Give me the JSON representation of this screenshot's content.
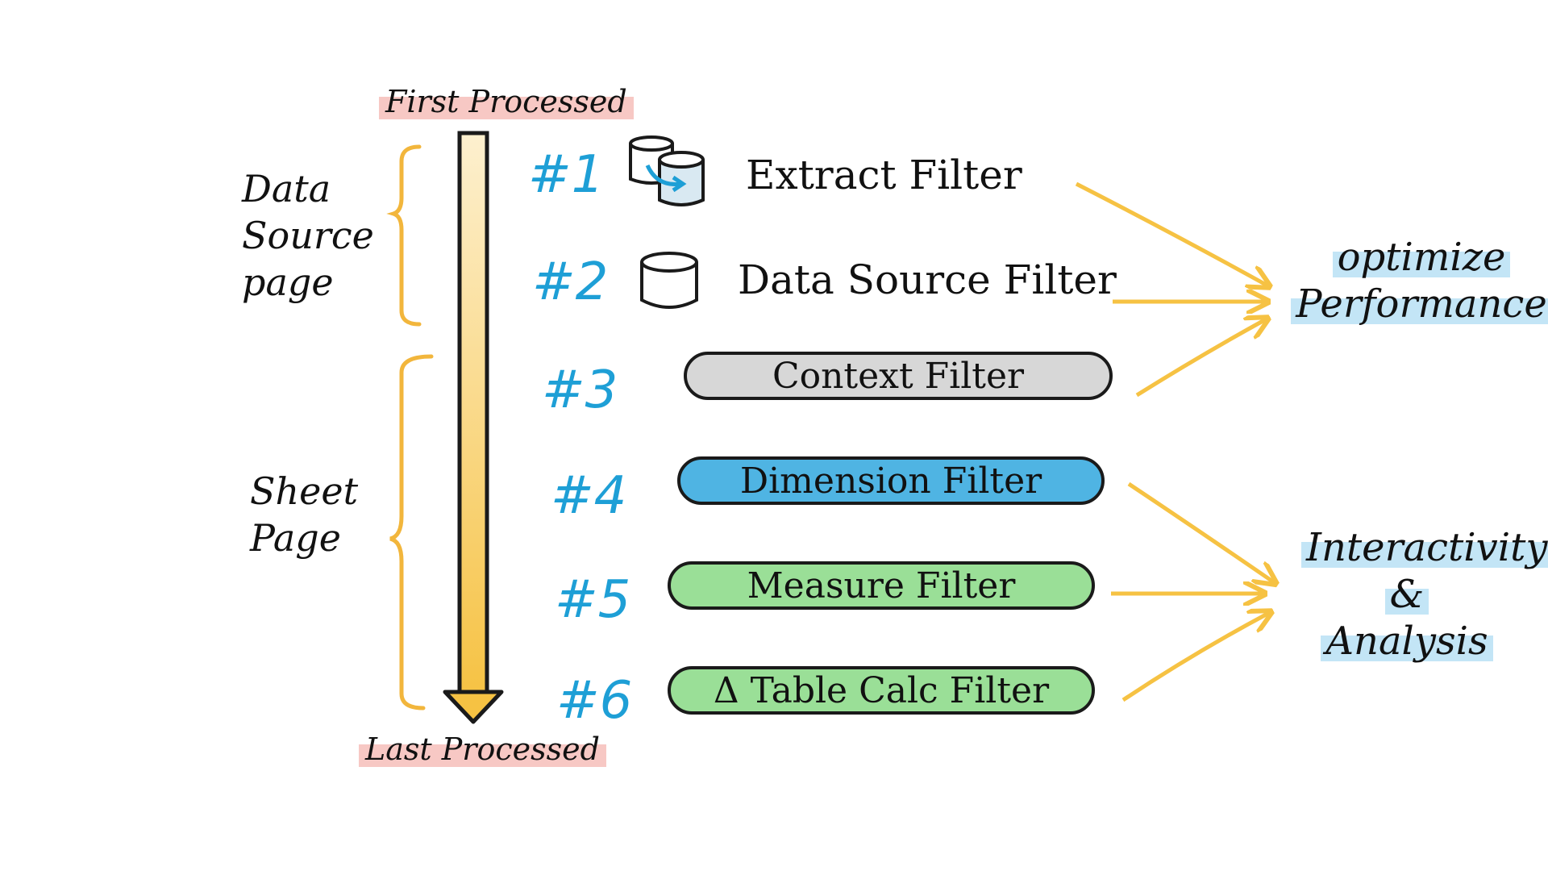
{
  "processing": {
    "first": "First Processed",
    "last": "Last Processed"
  },
  "sections": {
    "data_source": [
      "Data",
      "Source",
      "page"
    ],
    "sheet": [
      "Sheet",
      "Page"
    ]
  },
  "steps": [
    {
      "num": "#1",
      "label": "Extract Filter"
    },
    {
      "num": "#2",
      "label": "Data Source Filter"
    },
    {
      "num": "#3",
      "label": "Context Filter"
    },
    {
      "num": "#4",
      "label": "Dimension Filter"
    },
    {
      "num": "#5",
      "label": "Measure Filter"
    },
    {
      "num": "#6",
      "label": "Table Calc Filter",
      "prefix": "Δ"
    }
  ],
  "targets": {
    "optimize": [
      "optimize",
      "Performance"
    ],
    "interactivity": [
      "Interactivity",
      "&",
      "Analysis"
    ]
  },
  "colors": {
    "arrow": "#f6c243",
    "bracket": "#f2b63c",
    "step_number": "#1e9fd6",
    "context_fill": "#d7d7d7",
    "dimension_fill": "#4fb4e3",
    "measure_fill": "#9adf97",
    "tablecalc_fill": "#9adf97",
    "highlight_red": "#f4b5b0",
    "highlight_blue": "#b9e0f4"
  },
  "icons": {
    "extract": "database-copy-icon",
    "datasource": "database-icon"
  }
}
